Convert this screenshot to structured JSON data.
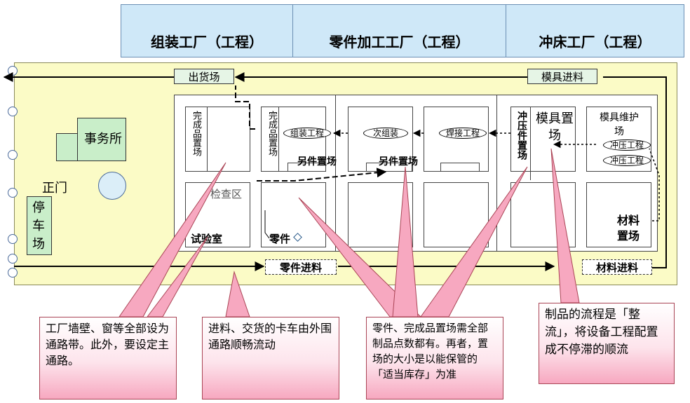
{
  "headers": [
    "组装工厂（工程）",
    "零件加工工厂（工程）",
    "冲床工厂（工程）"
  ],
  "labels": {
    "shipping": "出货场",
    "mold_in": "模具进料",
    "office": "事务所",
    "main_gate": "正门",
    "parking": "停车场",
    "finished1": "完成品置场",
    "finished2": "完成品置场",
    "assembly_process": "组装工程",
    "parts_yard1": "另件置场",
    "sub_assembly": "次组装",
    "welding_process": "焊接工程",
    "parts_yard2": "另件置场",
    "stamped_yard": "冲压件置场",
    "mold_yard": "模具置场",
    "mold_maint": "模具维护场",
    "stamp_process1": "冲压工程",
    "stamp_process2": "冲压工程",
    "inspection": "检查区",
    "lab": "试验室",
    "parts_box": "零件",
    "material_yard": "材料置场",
    "parts_in": "零件进料",
    "material_in": "材料进料"
  },
  "callouts": {
    "c1": "工厂墙壁、窗等全部设为通路带。此外，要设定主通路。",
    "c2": "进料、交货的卡车由外围通路顺畅流动",
    "c3": "零件、完成品置场需全部制品点数都有。再者，置场的大小是以能保管的「适当库存」为准",
    "c4": "制品的流程是「整流」，将设备工程配置成不停滞的顺流"
  }
}
